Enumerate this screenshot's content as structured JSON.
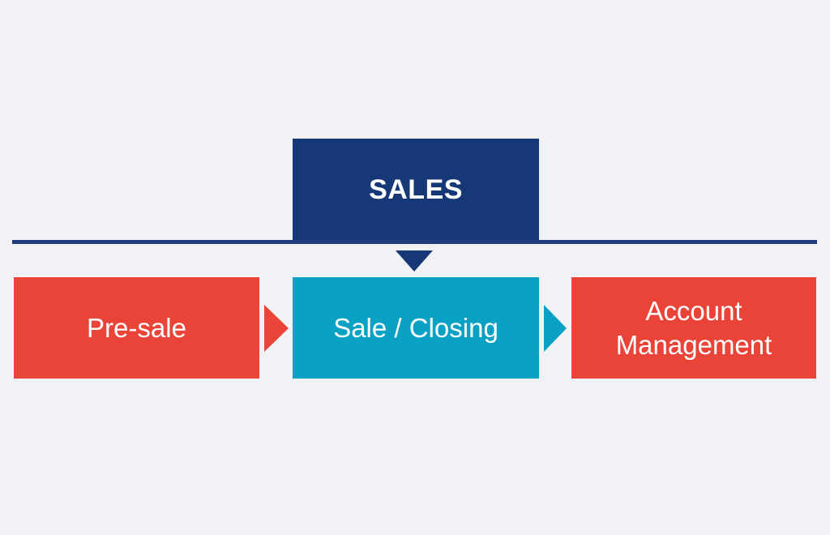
{
  "diagram": {
    "background_color": "#f1f2f5",
    "header": {
      "label": "SALES",
      "color": "#173876",
      "text_color": "#ffffff"
    },
    "divider": {
      "color": "#1e3c7b"
    },
    "down_arrow": {
      "name": "down-arrow",
      "color": "#173876"
    },
    "stages": [
      {
        "label": "Pre-sale",
        "color": "#ea4438",
        "text_color": "#ffffff"
      },
      {
        "label": "Sale / Closing",
        "color": "#09a2c4",
        "text_color": "#ffffff"
      },
      {
        "label": "Account\nManagement",
        "color": "#ea4438",
        "text_color": "#ffffff"
      }
    ],
    "connectors": [
      {
        "name": "arrow-pre-sale-to-closing",
        "color": "#ea4438"
      },
      {
        "name": "arrow-closing-to-account-management",
        "color": "#09a2c4"
      }
    ]
  }
}
